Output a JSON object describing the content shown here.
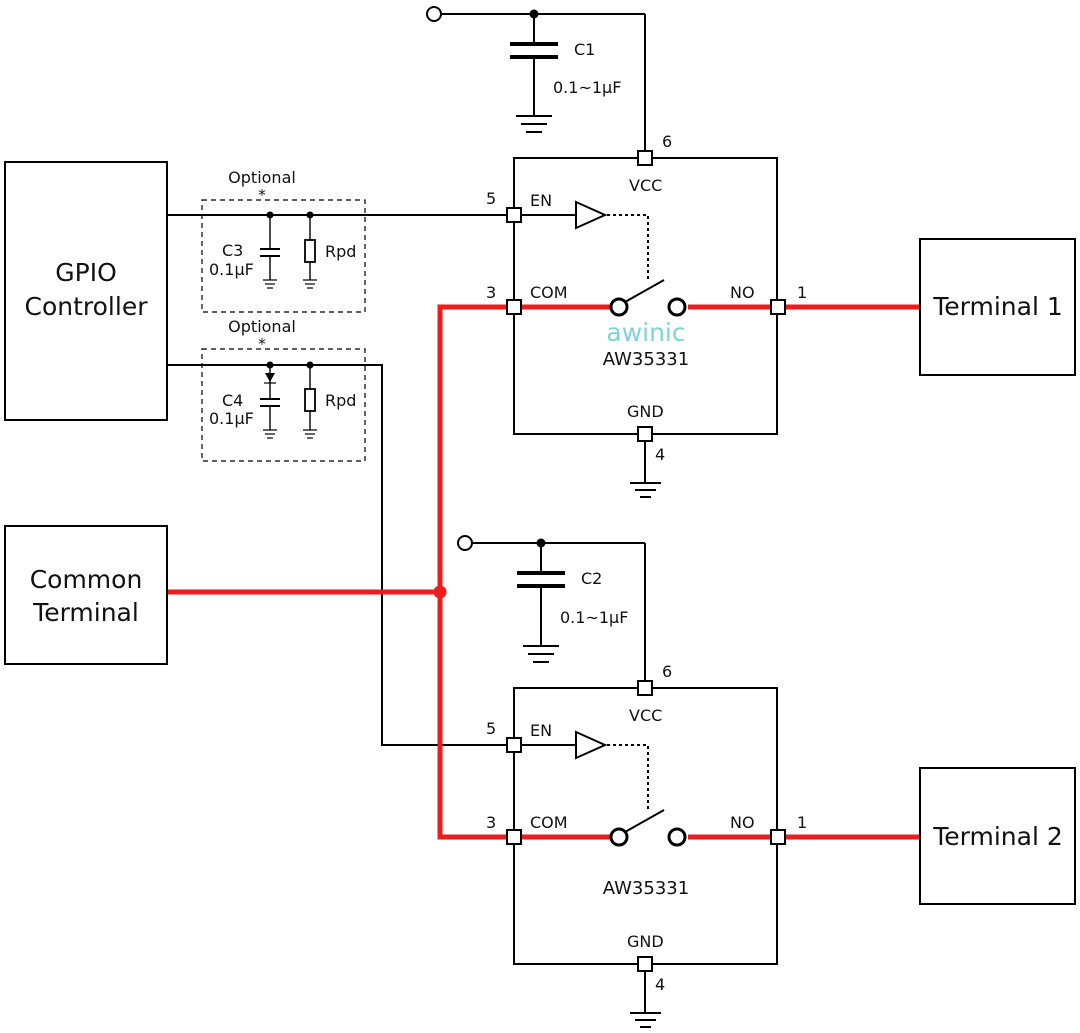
{
  "blocks": {
    "gpio_line1": "GPIO",
    "gpio_line2": "Controller",
    "common_line1": "Common",
    "common_line2": "Terminal",
    "terminal1": "Terminal 1",
    "terminal2": "Terminal 2"
  },
  "optional_top": {
    "title": "Optional",
    "star": "*",
    "cap_name": "C3",
    "cap_value": "0.1µF",
    "res_name": "Rpd"
  },
  "optional_bottom": {
    "title": "Optional",
    "star": "*",
    "cap_name": "C4",
    "cap_value": "0.1µF",
    "res_name": "Rpd"
  },
  "cap_c1": {
    "name": "C1",
    "value": "0.1~1µF"
  },
  "cap_c2": {
    "name": "C2",
    "value": "0.1~1µF"
  },
  "chip1": {
    "part": "AW35331",
    "logo": "awinic",
    "pins": {
      "vcc": "VCC",
      "en": "EN",
      "com": "COM",
      "no": "NO",
      "gnd": "GND"
    },
    "pin_numbers": {
      "vcc": "6",
      "en": "5",
      "com": "3",
      "no": "1",
      "gnd": "4"
    }
  },
  "chip2": {
    "part": "AW35331",
    "pins": {
      "vcc": "VCC",
      "en": "EN",
      "com": "COM",
      "no": "NO",
      "gnd": "GND"
    },
    "pin_numbers": {
      "vcc": "6",
      "en": "5",
      "com": "3",
      "no": "1",
      "gnd": "4"
    }
  },
  "colors": {
    "signal_path": "#ee1c1c",
    "logo": "#7fd3d8",
    "wire": "#000000"
  }
}
